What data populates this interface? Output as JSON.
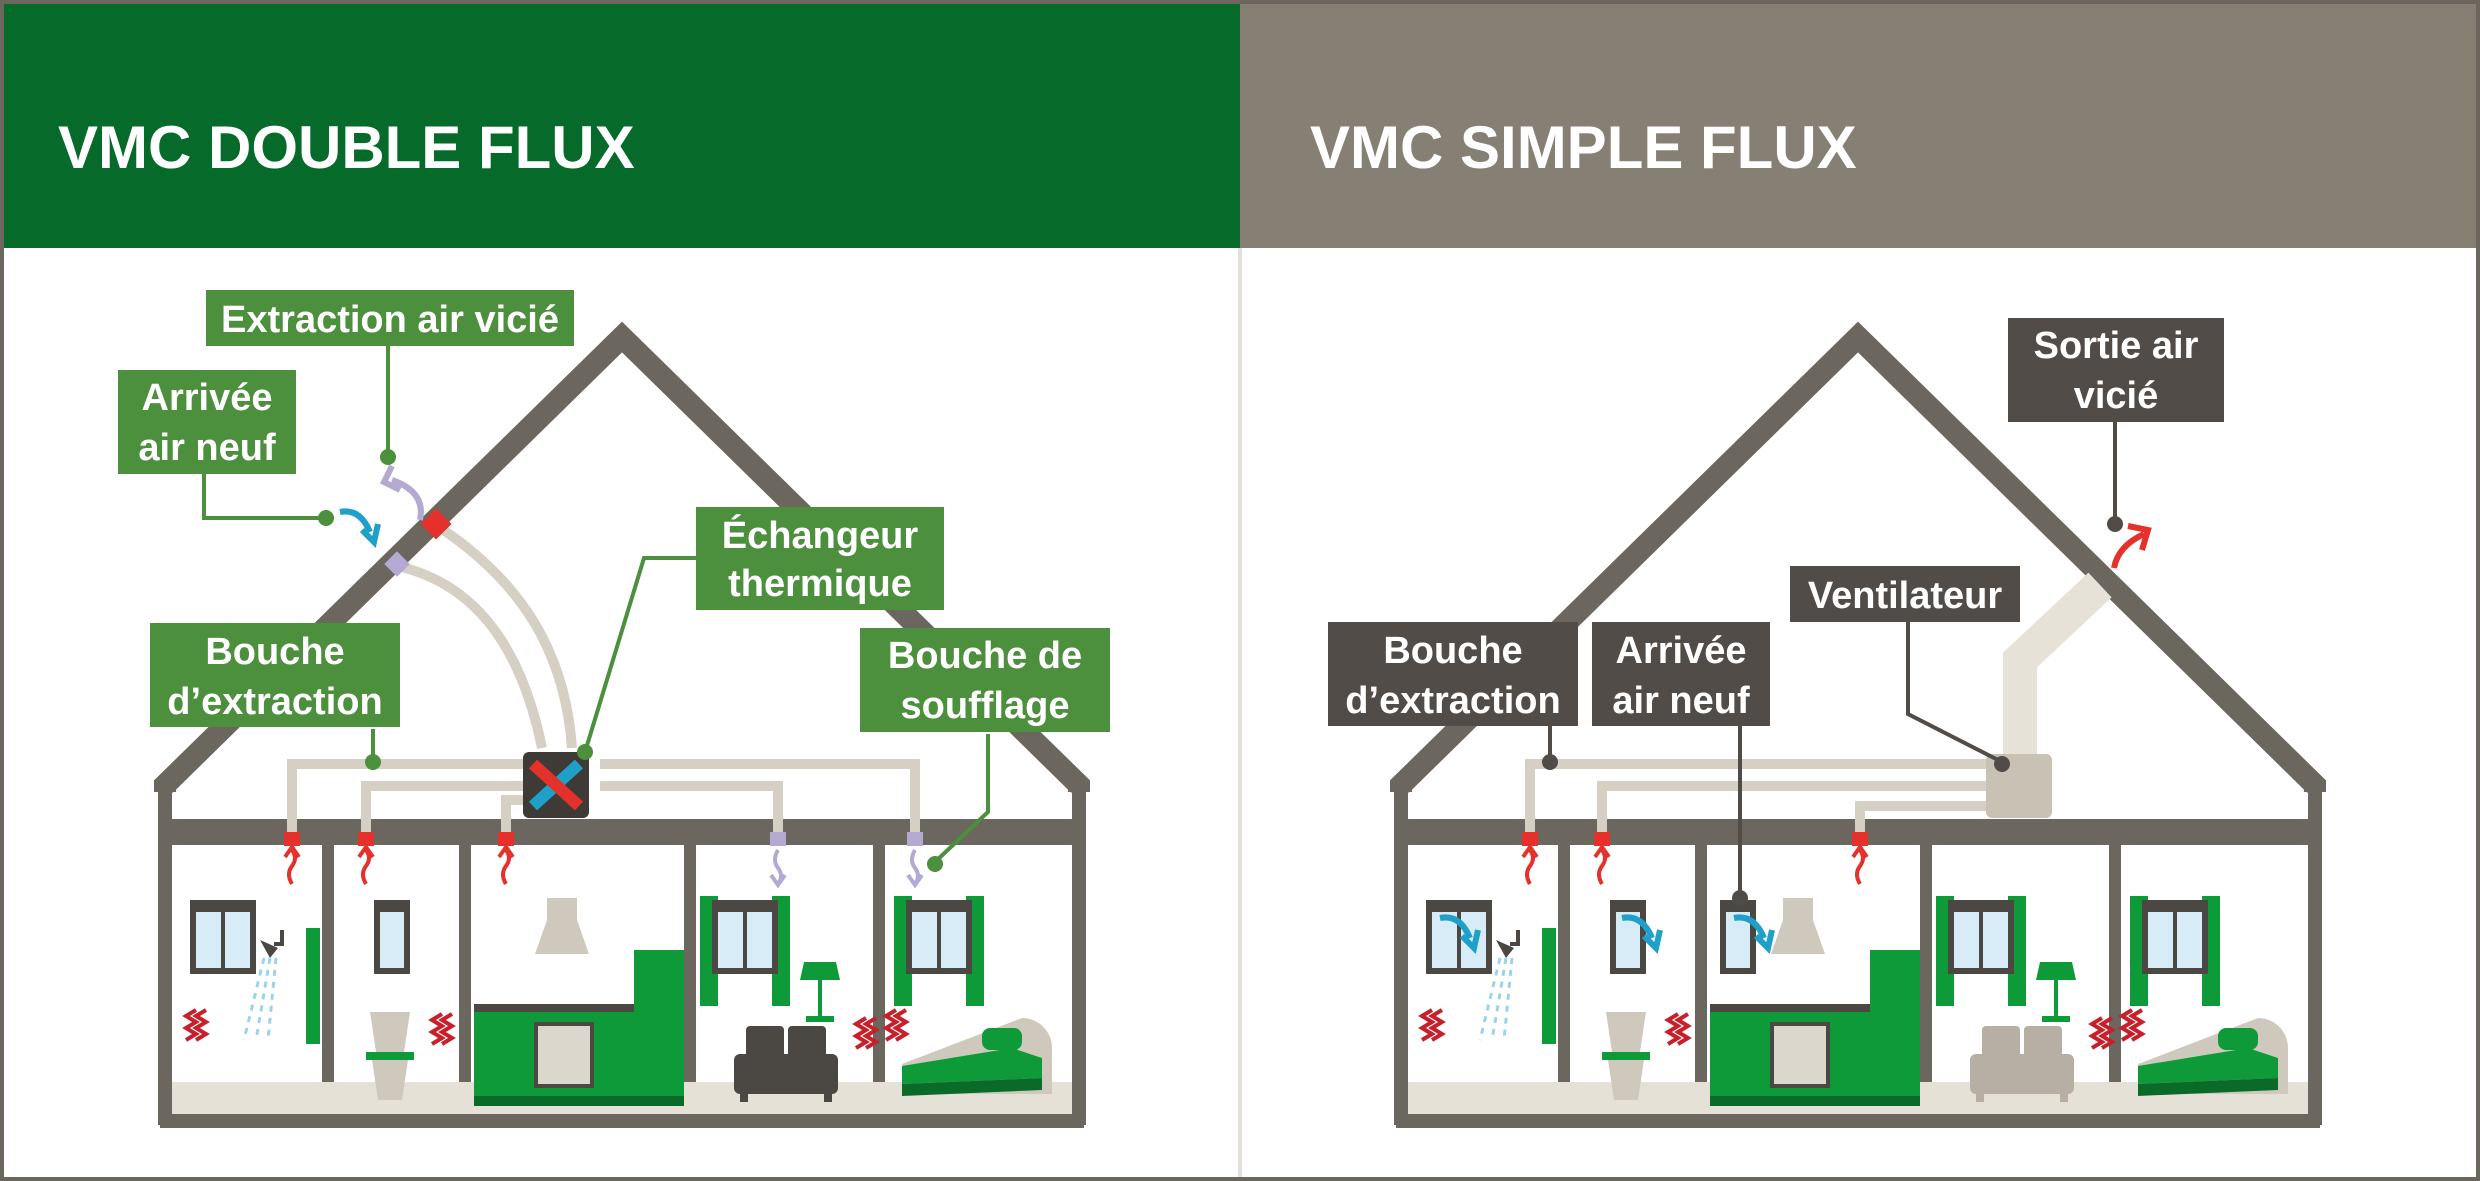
{
  "left_panel": {
    "title": "VMC DOUBLE FLUX",
    "header_color": "#066a2a",
    "label_color": "#4c8f3c",
    "labels": {
      "extraction_air": "Extraction air vicié",
      "arrivee_line1": "Arrivée",
      "arrivee_line2": "air neuf",
      "echangeur_line1": "Échangeur",
      "echangeur_line2": "thermique",
      "bouche_extraction_line1": "Bouche",
      "bouche_extraction_line2": "d’extraction",
      "bouche_soufflage_line1": "Bouche de",
      "bouche_soufflage_line2": "soufflage"
    }
  },
  "right_panel": {
    "title": "VMC SIMPLE FLUX",
    "header_color": "#857f74",
    "label_color": "#524c48",
    "labels": {
      "sortie_line1": "Sortie air",
      "sortie_line2": "vicié",
      "ventilateur": "Ventilateur",
      "bouche_extraction_line1": "Bouche",
      "bouche_extraction_line2": "d’extraction",
      "arrivee_line1": "Arrivée",
      "arrivee_line2": "air neuf"
    }
  },
  "colors": {
    "house_wall": "#6b665e",
    "duct": "#d6d0c4",
    "extract_red": "#e4312b",
    "supply_lilac": "#b3a9d3",
    "fresh_air_blue": "#1fa0c8",
    "furniture_green": "#0f9a3a"
  },
  "icons": {
    "heat_exchanger": "heat-exchanger-x-icon",
    "fan": "fan-unit-icon",
    "window": "window-icon",
    "shower": "shower-icon",
    "toilet": "toilet-icon",
    "kitchen": "kitchen-icon",
    "sofa": "sofa-icon",
    "bed": "bed-icon",
    "radiator": "radiator-icon"
  }
}
